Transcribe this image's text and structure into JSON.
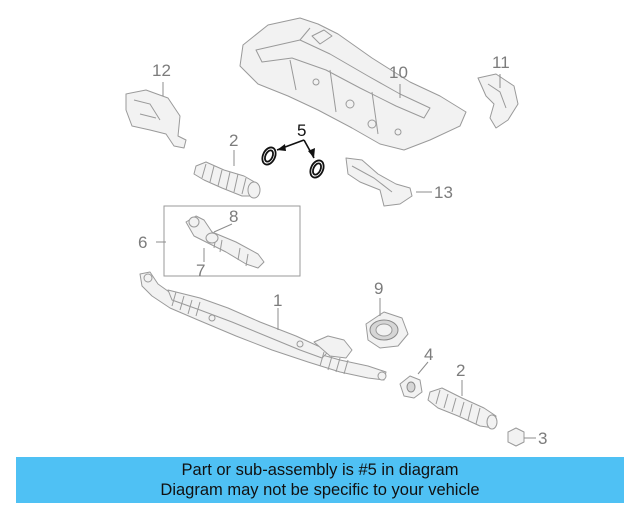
{
  "callouts": {
    "c1": "1",
    "c2a": "2",
    "c2b": "2",
    "c3": "3",
    "c4": "4",
    "c5": "5",
    "c6": "6",
    "c7": "7",
    "c8": "8",
    "c9": "9",
    "c10": "10",
    "c11": "11",
    "c12": "12",
    "c13": "13"
  },
  "highlight_part": "5",
  "colors": {
    "banner": "#4fc1f4",
    "highlight": "#111111",
    "part_lines": "#9a9a9a"
  },
  "banner": {
    "line1": "Part or sub-assembly is #5 in diagram",
    "line2": "Diagram may not be specific to your vehicle"
  }
}
